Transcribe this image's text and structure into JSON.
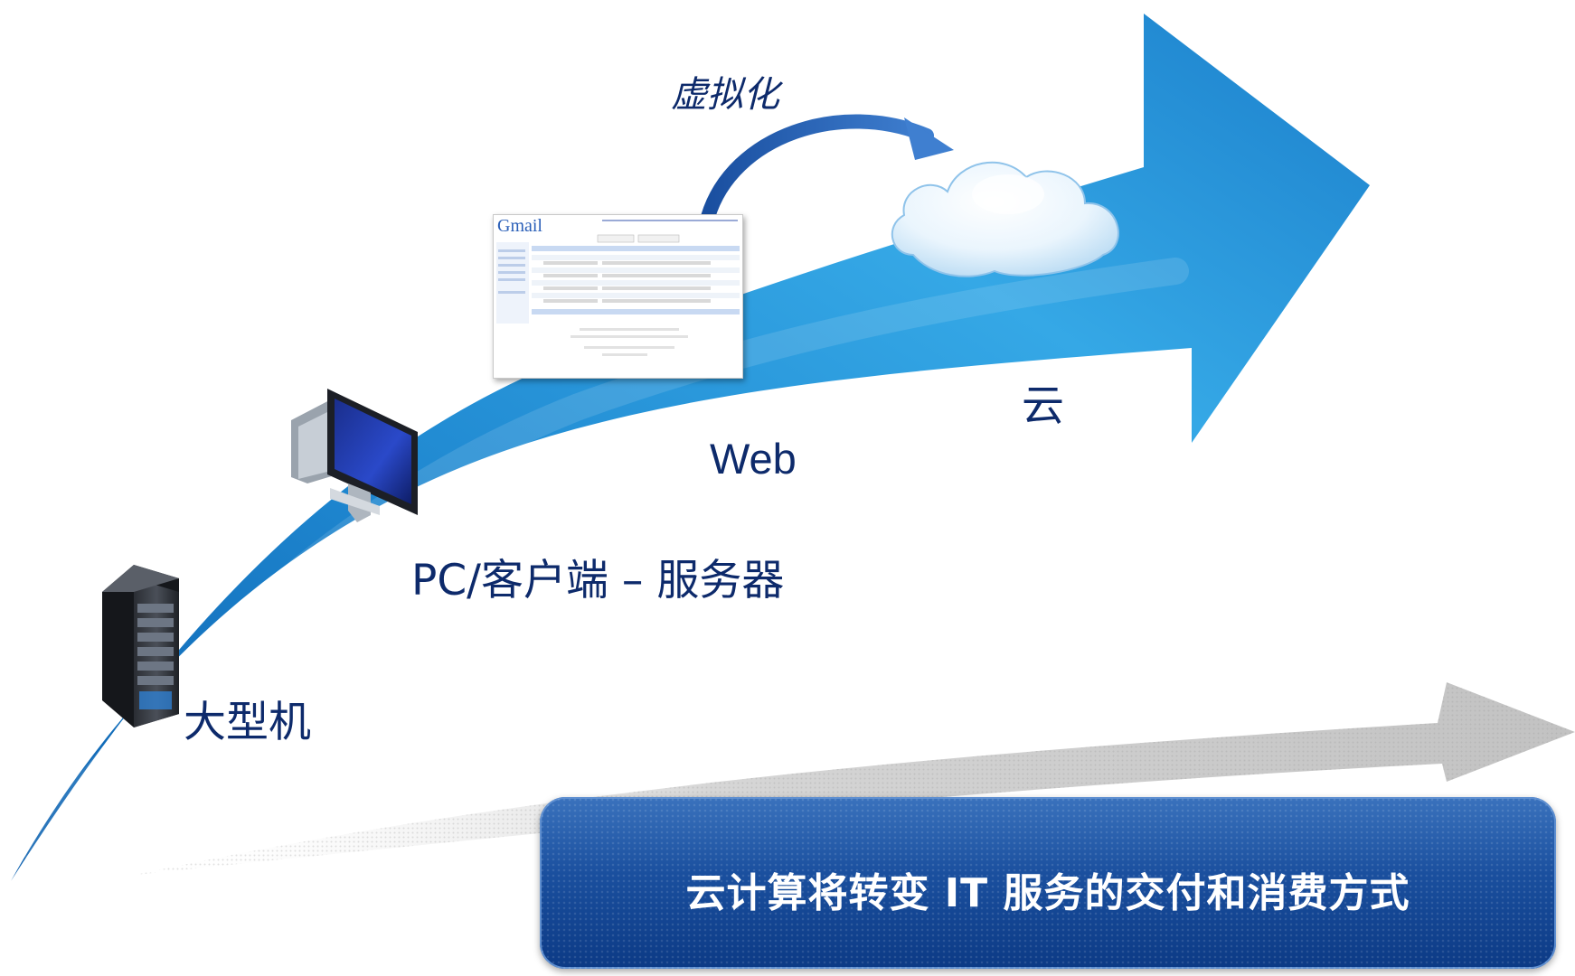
{
  "stages": {
    "mainframe": "大型机",
    "pc_client_server": "PC/客户端 – 服务器",
    "web": "Web",
    "cloud": "云"
  },
  "virtualization_label": "虚拟化",
  "banner_text": "云计算将转变 IT 服务的交付和消费方式",
  "webmail_logo": "Gmail",
  "colors": {
    "arrow_light": "#2a9fdf",
    "arrow_dark": "#0b5fae",
    "label_text": "#0d2a6b",
    "banner": "#1a4f9e"
  },
  "icons": [
    "server-rack-icon",
    "pc-monitor-icon",
    "webmail-screenshot",
    "cloud-icon",
    "curved-arrow-icon"
  ]
}
